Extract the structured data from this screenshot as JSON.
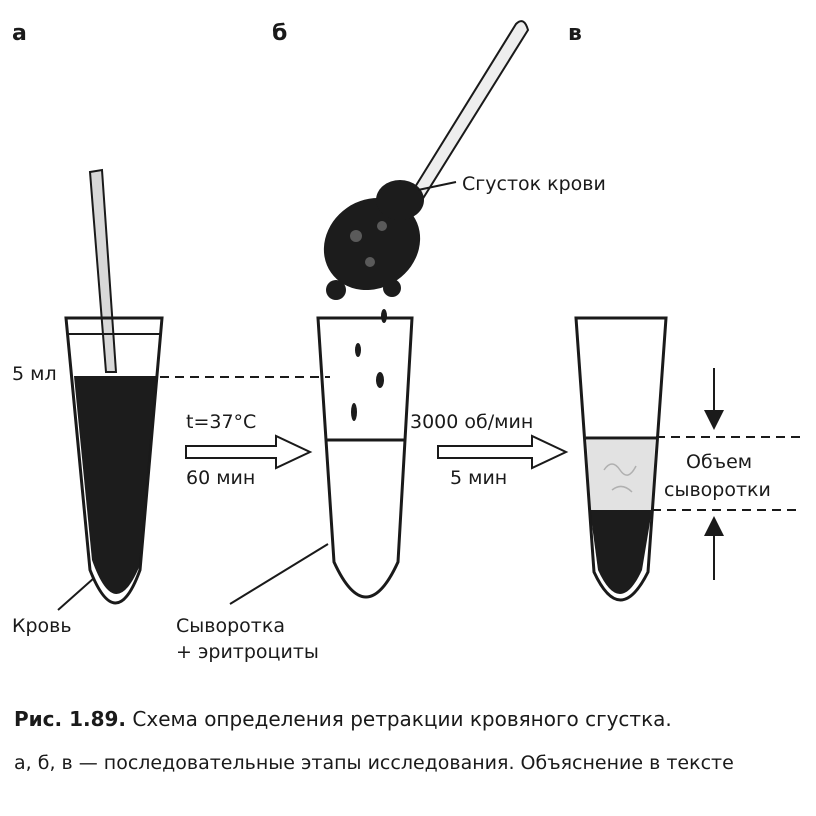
{
  "panels": {
    "a": "а",
    "b": "б",
    "c": "в"
  },
  "labels": {
    "volume_mark": "5 мл",
    "blood": "Кровь",
    "clot": "Сгусток крови",
    "step1_temp": "t=37°C",
    "step1_time": "60 мин",
    "step2_speed": "3000 об/мин",
    "step2_time": "5 мин",
    "serum_rbc_line1": "Сыворотка",
    "serum_rbc_line2": "+ эритроциты",
    "serum_volume_line1": "Объем",
    "serum_volume_line2": "сыворотки"
  },
  "caption": {
    "figure_number": "Рис. 1.89.",
    "title": "Схема определения ретракции кровяного сгустка.",
    "description": "а, б, в — последовательные этапы исследования. Объяснение в тексте"
  },
  "colors": {
    "ink": "#1a1a1a",
    "blood": "#1c1c1c",
    "serum": "#e2e2e2"
  }
}
